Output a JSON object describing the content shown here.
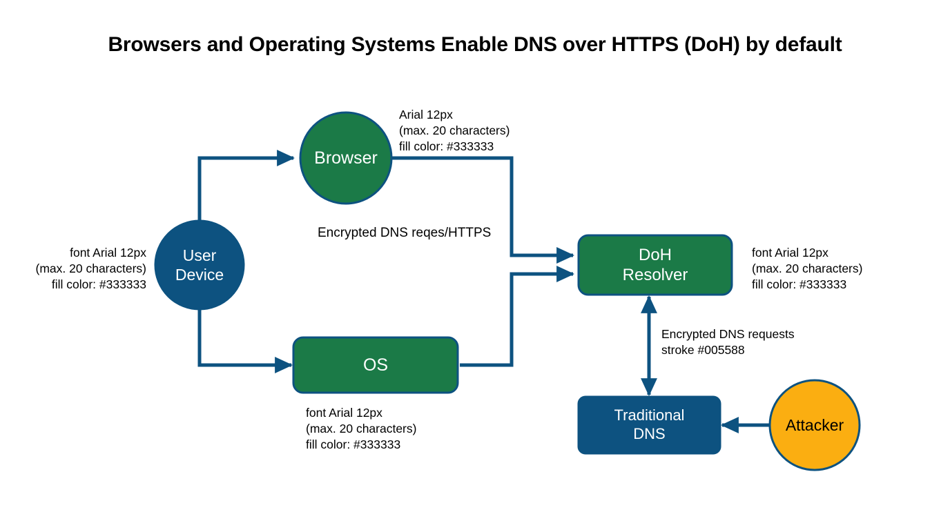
{
  "title": "Browsers and Operating Systems Enable DNS over HTTPS (DoH) by default",
  "colors": {
    "green_fill": "#1b7a47",
    "blue_fill": "#0d5280",
    "orange_fill": "#fbae11",
    "stroke": "#0d5280",
    "node_text_light": "#ffffff",
    "node_text_dark": "#000000",
    "annotation_text": "#000000",
    "background": "#ffffff"
  },
  "nodes": [
    {
      "id": "user-device",
      "label": "User\nDevice",
      "shape": "circle",
      "fill": "#0d5280",
      "text_color": "#ffffff"
    },
    {
      "id": "browser",
      "label": "Browser",
      "shape": "circle",
      "fill": "#1b7a47",
      "text_color": "#ffffff"
    },
    {
      "id": "os",
      "label": "OS",
      "shape": "rounded-rect",
      "fill": "#1b7a47",
      "text_color": "#ffffff"
    },
    {
      "id": "doh-resolver",
      "label": "DoH\nResolver",
      "shape": "rounded-rect",
      "fill": "#1b7a47",
      "text_color": "#ffffff"
    },
    {
      "id": "traditional-dns",
      "label": "Traditional\nDNS",
      "shape": "rounded-rect",
      "fill": "#0d5280",
      "text_color": "#ffffff"
    },
    {
      "id": "attacker",
      "label": "Attacker",
      "shape": "circle",
      "fill": "#fbae11",
      "text_color": "#000000"
    }
  ],
  "annotations": {
    "browser_spec": "Arial 12px\n(max. 20 characters)\nfill color: #333333",
    "user_spec": "font Arial 12px\n(max. 20 characters)\nfill color: #333333",
    "doh_spec": "font Arial 12px\n(max. 20 characters)\nfill color: #333333",
    "os_spec": "font Arial 12px\n(max. 20 characters)\nfill color: #333333"
  },
  "edge_labels": {
    "encrypted_https": "Encrypted DNS reqes/HTTPS",
    "encrypted_requests": "Encrypted DNS requests\nstroke #005588"
  }
}
